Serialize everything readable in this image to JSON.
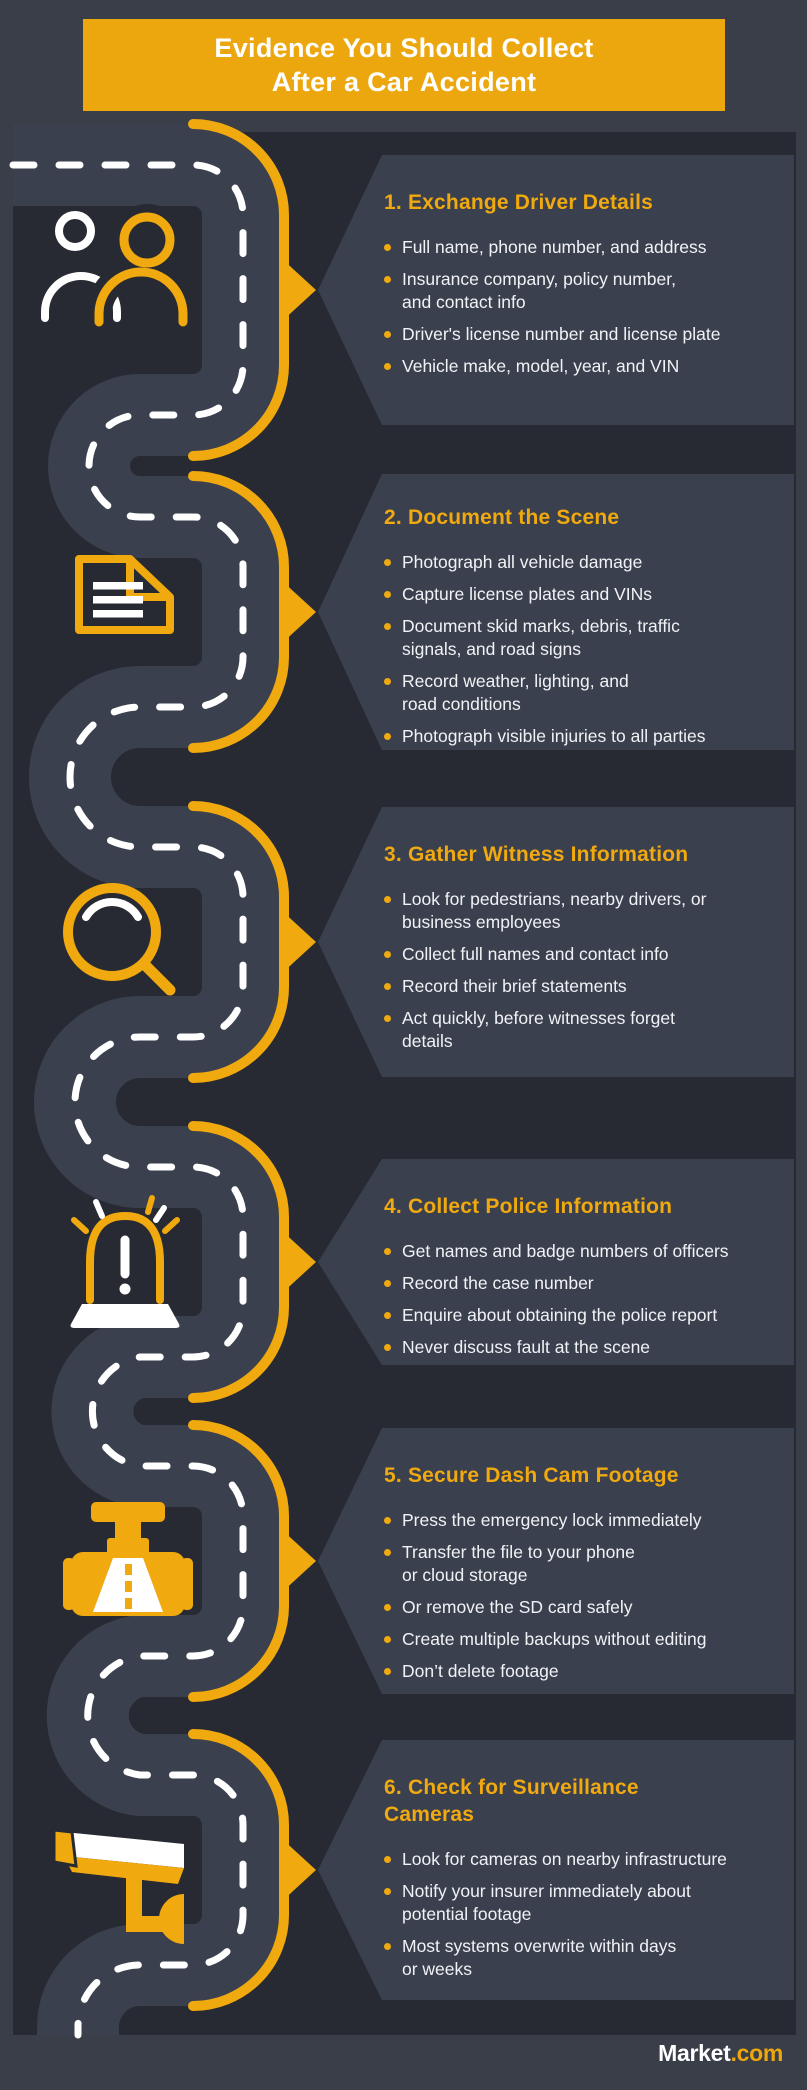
{
  "colors": {
    "accent": "#F0A90F",
    "banner": "#EDA70E",
    "outer_background": "#3A3E48",
    "panel_background": "#272A32",
    "surface": "#3A404E",
    "text": "#FFFFFF"
  },
  "header": {
    "title": "Evidence You Should Collect\nAfter a Car Accident"
  },
  "sections": [
    {
      "icon": "people-icon",
      "title": "1. Exchange Driver Details",
      "bullets": [
        "Full name, phone number, and address",
        "Insurance company, policy number,\nand contact info",
        "Driver's license number and license plate",
        "Vehicle make, model, year, and VIN"
      ]
    },
    {
      "icon": "document-icon",
      "title": "2. Document the Scene",
      "bullets": [
        "Photograph all vehicle damage",
        "Capture license plates and VINs",
        "Document skid marks, debris, traffic\nsignals, and road signs",
        "Record weather, lighting, and\nroad conditions",
        "Photograph visible injuries to all parties"
      ]
    },
    {
      "icon": "magnifier-icon",
      "title": "3. Gather Witness Information",
      "bullets": [
        "Look for pedestrians, nearby drivers, or\nbusiness employees",
        "Collect full names and contact info",
        "Record their brief statements",
        "Act quickly, before witnesses forget\ndetails"
      ]
    },
    {
      "icon": "siren-icon",
      "title": "4. Collect Police Information",
      "bullets": [
        "Get names and badge numbers of officers",
        "Record the case number",
        "Enquire about obtaining the police report",
        "Never discuss fault at the scene"
      ]
    },
    {
      "icon": "dashcam-icon",
      "title": "5. Secure Dash Cam Footage",
      "bullets": [
        "Press the emergency lock immediately",
        "Transfer the file to your phone\nor cloud storage",
        "Or remove the SD card safely",
        "Create multiple backups without editing",
        "Don’t delete footage"
      ]
    },
    {
      "icon": "cctv-icon",
      "title": "6. Check for Surveillance\nCameras",
      "bullets": [
        "Look for cameras on nearby infrastructure",
        "Notify your insurer immediately about\npotential footage",
        "Most systems overwrite within days\nor weeks"
      ]
    }
  ],
  "footer": {
    "brand": "Market",
    "suffix": ".com"
  }
}
